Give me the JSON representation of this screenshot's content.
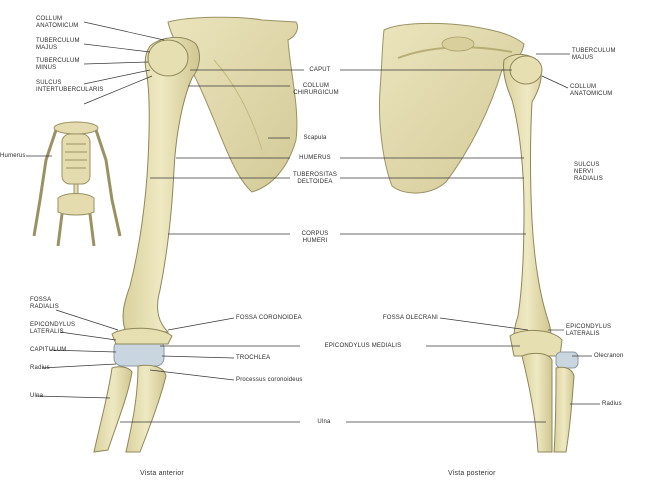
{
  "labels": {
    "collum_anatomicum_l": "COLLUM\nANATOMICUM",
    "tuberculum_majus_l": "TUBERCULUM\nMAJUS",
    "tuberculum_minus_l": "TUBERCULUM\nMINUS",
    "sulcus_intertubercularis": "SULCUS\nINTERTUBERCULARIS",
    "caput": "CAPUT",
    "collum_chirurgicum": "COLLUM\nCHIRURGICUM",
    "scapula": "Scapula",
    "humerus": "HUMERUS",
    "tuberositas_deltoidea": "TUBEROSITAS\nDELTOIDEA",
    "corpus_humeri": "CORPUS\nHUMERI",
    "tuberculum_majus_r": "TUBERCULUM\nMAJUS",
    "collum_anatomicum_r": "COLLUM\nANATOMICUM",
    "sulcus_nervi_radialis": "SULCUS\nNERVI\nRADIALIS",
    "fossa_radialis": "FOSSA\nRADIALIS",
    "epicondylus_lateralis_l": "EPICONDYLUS\nLATERALIS",
    "capitulum": "CAPITULUM",
    "radius": "Radius",
    "ulna_l": "Ulna",
    "fossa_coronoidea": "FOSSA CORONOIDEA",
    "epicondylus_medialis": "EPICONDYLUS MEDIALIS",
    "trochlea": "TROCHLEA",
    "processus_coronoideus": "Processus coronoideus",
    "fossa_olecrani": "FOSSA OLECRANI",
    "epicondylus_lateralis_r": "EPICONDYLUS\nLATERALIS",
    "olecranon": "Olecranon",
    "radius_r": "Radius",
    "ulna_center": "Ulna",
    "humerus_inset": "Humerus"
  },
  "captions": {
    "anterior": "Vista anterior",
    "posterior": "Vista posterior"
  },
  "colors": {
    "bone": "#e8e2b6",
    "bone_shadow": "#c9c08c",
    "bone_outline": "#8f875a",
    "cartilage": "#c9d6df",
    "leader": "#3a3a3a",
    "inset_bone": "#e4dcae"
  }
}
